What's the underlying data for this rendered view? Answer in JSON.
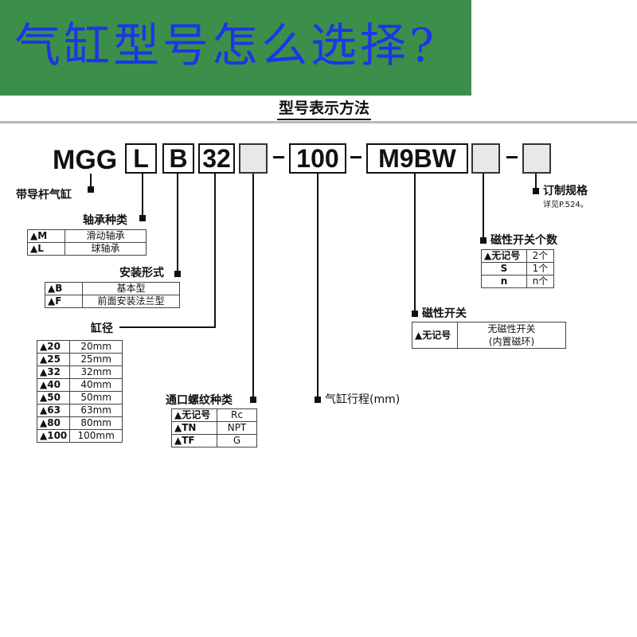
{
  "banner": {
    "title": "气缸型号怎么选择?"
  },
  "section_title": "型号表示方法",
  "code": {
    "prefix": "MGG",
    "bearing": "L",
    "mount": "B",
    "bore": "32",
    "thread": "",
    "stroke": "100",
    "switch": "M9BW",
    "switch_count": "",
    "custom": ""
  },
  "labels": {
    "series": "带导杆气缸",
    "bearing_type": "轴承种类",
    "mount_type": "安装形式",
    "bore": "缸径",
    "port_thread": "通口螺纹种类",
    "stroke": "气缸行程(mm)",
    "switch": "磁性开关",
    "switch_count": "磁性开关个数",
    "custom": "订制规格",
    "custom_note": "详见P.524。"
  },
  "tables": {
    "bearing": [
      {
        "key": "▲M",
        "value": "滑动轴承"
      },
      {
        "key": "▲L",
        "value": "球轴承"
      }
    ],
    "mount": [
      {
        "key": "▲B",
        "value": "基本型"
      },
      {
        "key": "▲F",
        "value": "前面安装法兰型"
      }
    ],
    "bore": [
      {
        "key": "▲20",
        "value": "20mm"
      },
      {
        "key": "▲25",
        "value": "25mm"
      },
      {
        "key": "▲32",
        "value": "32mm"
      },
      {
        "key": "▲40",
        "value": "40mm"
      },
      {
        "key": "▲50",
        "value": "50mm"
      },
      {
        "key": "▲63",
        "value": "63mm"
      },
      {
        "key": "▲80",
        "value": "80mm"
      },
      {
        "key": "▲100",
        "value": "100mm"
      }
    ],
    "thread": [
      {
        "key": "▲无记号",
        "value": "Rc"
      },
      {
        "key": "▲TN",
        "value": "NPT"
      },
      {
        "key": "▲TF",
        "value": "G"
      }
    ],
    "switch": [
      {
        "key": "▲无记号",
        "value": "无磁性开关",
        "value2": "(内置磁环)"
      }
    ],
    "switch_count": [
      {
        "key": "▲无记号",
        "value": "2个"
      },
      {
        "key": "S",
        "value": "1个"
      },
      {
        "key": "n",
        "value": "n个"
      }
    ]
  }
}
